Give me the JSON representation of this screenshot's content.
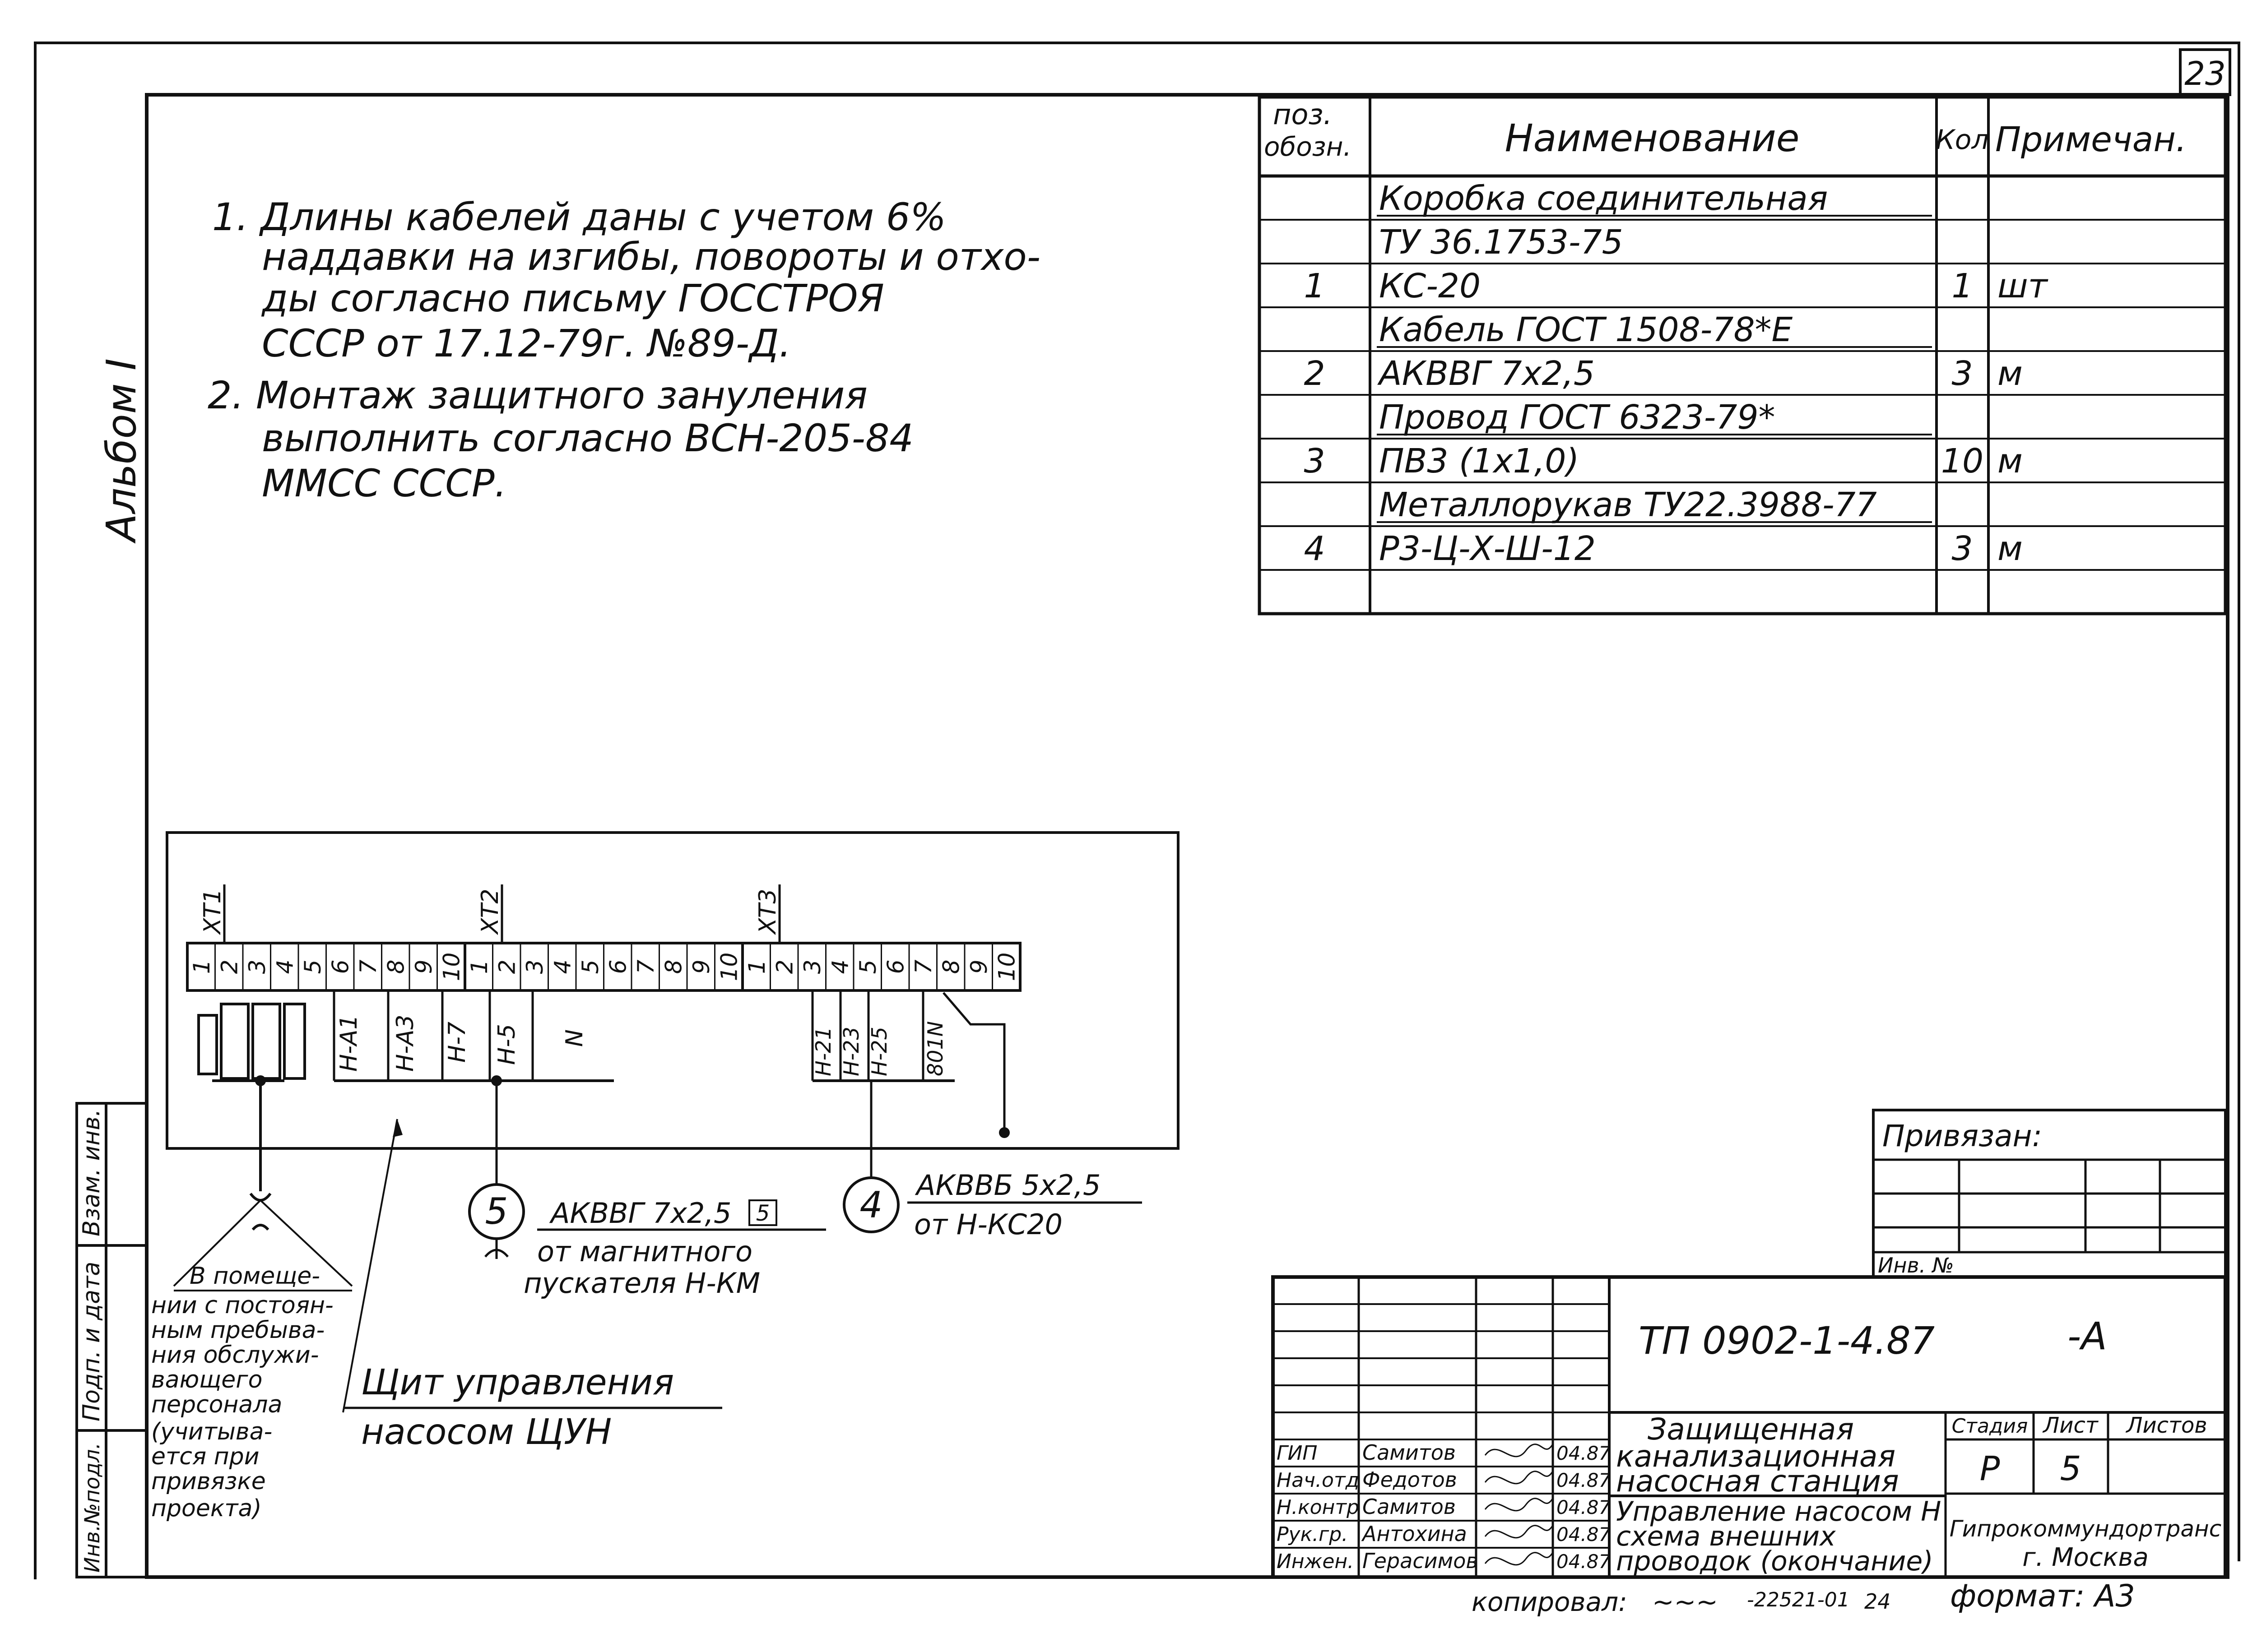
{
  "sheet": {
    "page_number": "23",
    "album": "Альбом I",
    "copied_by": "копировал:",
    "copy_signature": "~~~",
    "copy_code": "-22521-01",
    "copy_num": "24",
    "format": "формат: А3"
  },
  "notes": [
    "1. Длины кабелей даны с учетом 6%",
    "наддавки на изгибы, повороты и отхо-",
    "ды согласно письму ГОССТРОЯ",
    "СССР от 17.12-79г. №89-Д.",
    "2. Монтаж защитного зануления",
    "выполнить согласно ВСН-205-84",
    "ММСС СССР."
  ],
  "spec": {
    "headers": {
      "pos": [
        "поз.",
        "обозн."
      ],
      "name": "Наименование",
      "qty": "Кол",
      "note": "Примечан."
    },
    "rows": [
      {
        "pos": "",
        "name": "Коробка соединительная",
        "qty": "",
        "note": "",
        "underline": true
      },
      {
        "pos": "",
        "name": "ТУ 36.1753-75",
        "qty": "",
        "note": ""
      },
      {
        "pos": "1",
        "name": "КС-20",
        "qty": "1",
        "note": "шт"
      },
      {
        "pos": "",
        "name": "Кабель ГОСТ 1508-78*Е",
        "qty": "",
        "note": "",
        "underline": true
      },
      {
        "pos": "2",
        "name": "АКВВГ 7х2,5",
        "qty": "3",
        "note": "м"
      },
      {
        "pos": "",
        "name": "Провод ГОСТ 6323-79*",
        "qty": "",
        "note": "",
        "underline": true
      },
      {
        "pos": "3",
        "name": "ПВ3 (1х1,0)",
        "qty": "10",
        "note": "м"
      },
      {
        "pos": "",
        "name": "Металлорукав ТУ22.3988-77",
        "qty": "",
        "note": "",
        "underline": true
      },
      {
        "pos": "4",
        "name": "Р3-Ц-Х-Ш-12",
        "qty": "3",
        "note": "м"
      },
      {
        "pos": "",
        "name": "",
        "qty": "",
        "note": ""
      }
    ]
  },
  "diagram": {
    "strips": [
      "ХТ1",
      "ХТ2",
      "ХТ3"
    ],
    "terminals": [
      "1",
      "2",
      "3",
      "4",
      "5",
      "6",
      "7",
      "8",
      "9",
      "10",
      "1",
      "2",
      "3",
      "4",
      "5",
      "6",
      "7",
      "8",
      "9",
      "10",
      "1",
      "2",
      "3",
      "4",
      "5",
      "6",
      "7",
      "8",
      "9",
      "10"
    ],
    "wires_xt2": [
      "Н-А1",
      "Н-А3",
      "Н-7",
      "Н-5",
      "N"
    ],
    "wires_xt3": [
      "Н-21",
      "Н-23",
      "Н-25",
      "801N"
    ],
    "node5": "5",
    "node4": "4",
    "cable5_label": "АКВВГ 7х2,5",
    "cable5_ref": "5",
    "cable5_from1": "от магнитного",
    "cable5_from2": "пускателя Н-КМ",
    "cable4_label": "АКВВБ 5х2,5",
    "cable4_from": "от Н-КС20",
    "room_note": [
      "В помеще-",
      "нии с постоян-",
      "ным пребыва-",
      "ния обслужи-",
      "вающего",
      "персонала",
      "(учитыва-",
      "ется при",
      "привязке",
      "проекта)"
    ],
    "panel_label1": "Щит управления",
    "panel_label2": "насосом ЩУН"
  },
  "binding": {
    "title": "Привязан:",
    "inv": "Инв. №"
  },
  "side_stamp": [
    "Инв.№подл.",
    "Подп. и дата",
    "Взам. инв."
  ],
  "title_block": {
    "doc_code": "ТП 0902-1-4.87",
    "doc_suffix": "-А",
    "persons": [
      {
        "role": "ГИП",
        "name": "Самитов",
        "date": "04.87"
      },
      {
        "role": "Нач.отд",
        "name": "Федотов",
        "date": "04.87"
      },
      {
        "role": "Н.контр",
        "name": "Самитов",
        "date": "04.87"
      },
      {
        "role": "Рук.гр.",
        "name": "Антохина",
        "date": "04.87"
      },
      {
        "role": "Инжен.",
        "name": "Герасимов",
        "date": "04.87"
      }
    ],
    "object_name": [
      "Защищенная",
      "канализационная",
      "насосная станция"
    ],
    "sheet_title": [
      "Управление насосом Н",
      "схема внешних",
      "проводок (окончание)"
    ],
    "stage_h": "Стадия",
    "sheet_h": "Лист",
    "sheets_h": "Листов",
    "stage": "Р",
    "sheet": "5",
    "sheets": "",
    "org": [
      "Гипрокоммундортранс",
      "г. Москва"
    ]
  }
}
